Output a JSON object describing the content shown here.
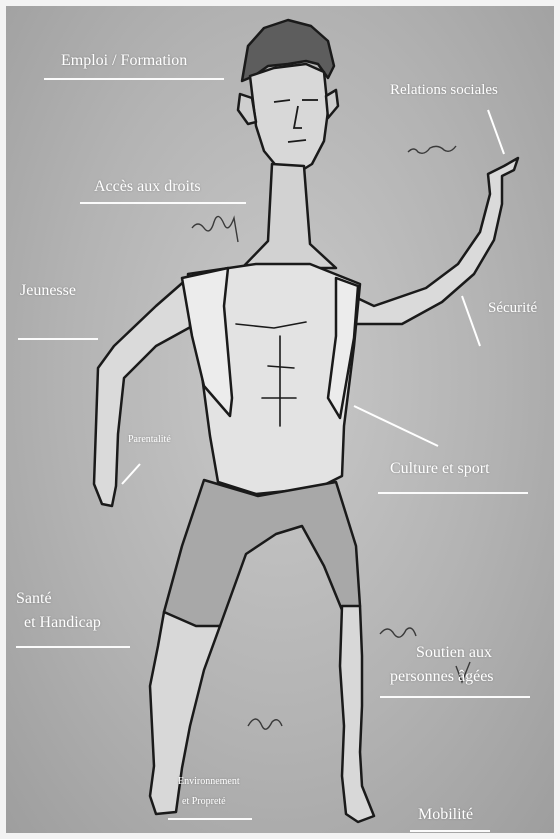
{
  "labels": {
    "emploi": "Emploi / Formation",
    "relations": "Relations sociales",
    "acces": "Accès aux droits",
    "jeunesse": "Jeunesse",
    "securite": "Sécurité",
    "parentalite": "Parentalité",
    "culture": "Culture et sport",
    "sante_1": "Santé",
    "sante_2": "et Handicap",
    "soutien_1": "Soutien aux",
    "soutien_2": "personnes âgées",
    "environnement_1": "Environnement",
    "environnement_2": "et Propreté",
    "mobilite": "Mobilité"
  },
  "colors": {
    "background": "#b5b5b5",
    "label": "#ffffff",
    "outline": "#1a1a1a",
    "skin": "#e6e6e6"
  }
}
